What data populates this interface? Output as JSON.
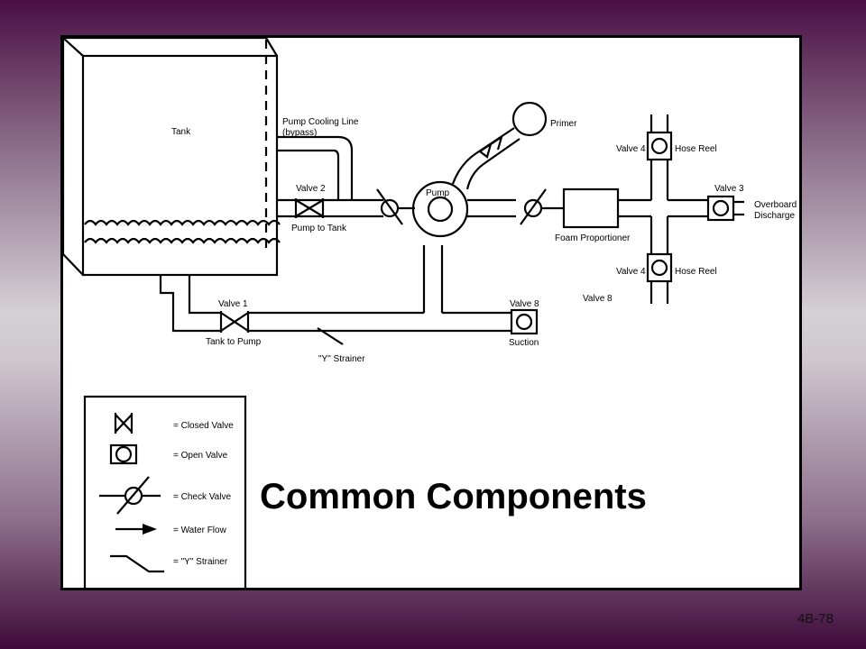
{
  "slide_title": "Common Components",
  "slide_number": "4B-78",
  "labels": {
    "tank": "Tank",
    "pump_cooling_line_1": "Pump Cooling Line",
    "pump_cooling_line_2": "(bypass)",
    "valve2": "Valve 2",
    "pump_to_tank": "Pump to Tank",
    "pump": "Pump",
    "primer": "Primer",
    "valve4_top": "Valve 4",
    "hose_reel_top": "Hose Reel",
    "valve3": "Valve 3",
    "overboard_1": "Overboard",
    "overboard_2": "Discharge",
    "foam_proportioner": "Foam Proportioner",
    "valve4_bottom": "Valve 4",
    "hose_reel_bottom": "Hose Reel",
    "valve8_mid": "Valve 8",
    "valve1": "Valve 1",
    "tank_to_pump": "Tank to Pump",
    "y_strainer": "\"Y\" Strainer",
    "valve8": "Valve 8",
    "suction": "Suction"
  },
  "legend": [
    {
      "symbol": "closed-valve",
      "text": "= Closed Valve"
    },
    {
      "symbol": "open-valve",
      "text": "= Open Valve"
    },
    {
      "symbol": "check-valve",
      "text": "= Check Valve"
    },
    {
      "symbol": "water-flow-arrow",
      "text": "= Water Flow"
    },
    {
      "symbol": "y-strainer",
      "text": "= \"Y\" Strainer"
    }
  ],
  "colors": {
    "frame_border": "#000000",
    "diagram_line": "#000000",
    "background_top": "#4a0f45",
    "background_middle": "#d4d0d4"
  }
}
